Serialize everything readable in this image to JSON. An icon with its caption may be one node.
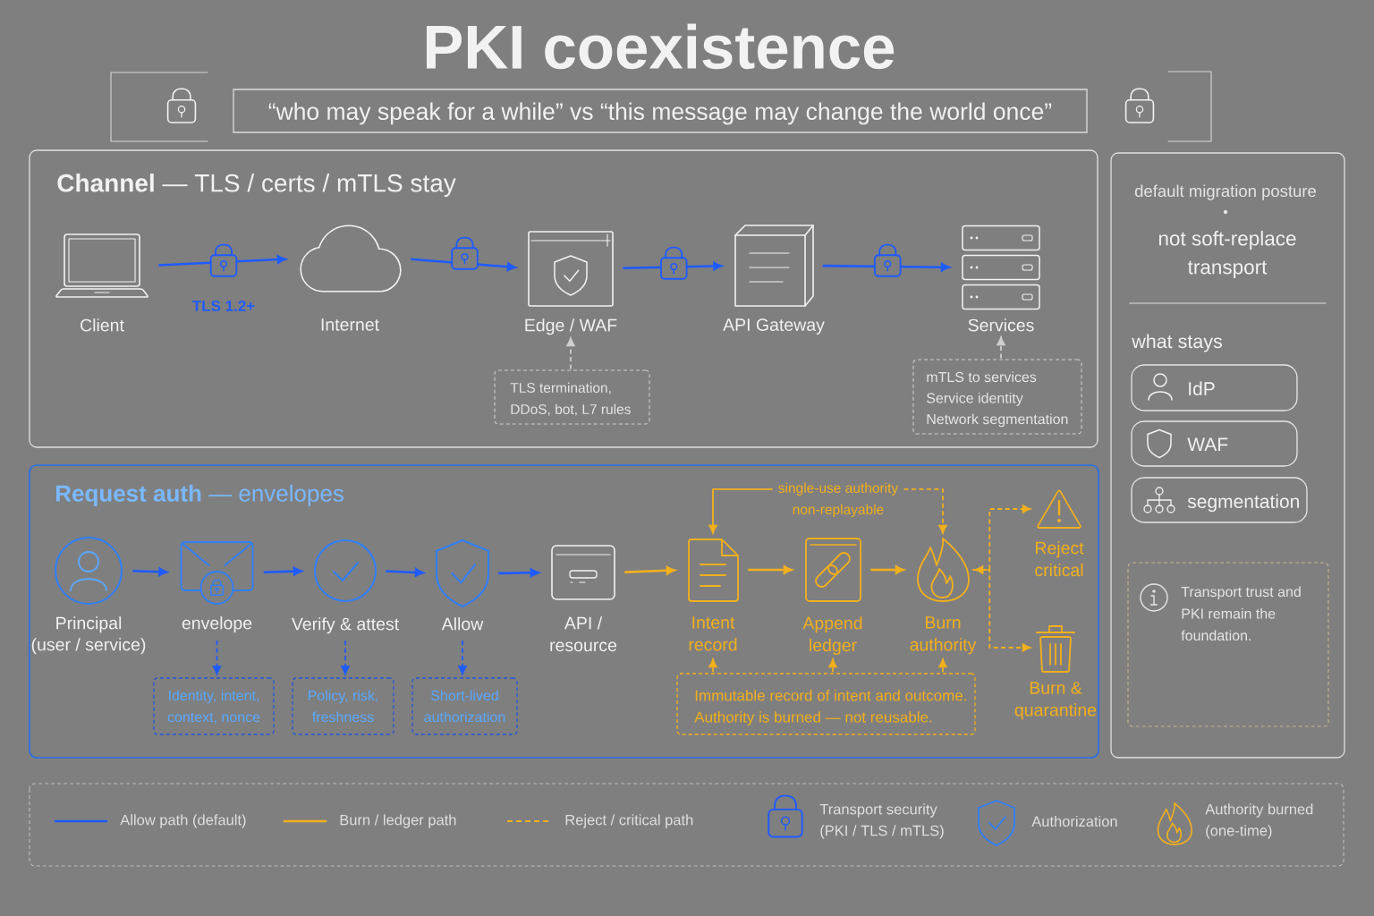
{
  "diagram": {
    "title": "PKI coexistence",
    "nodes": [
      {
        "text": [
          "“who may speak for a while” vs “this message may change the world once”"
        ]
      },
      {
        "text": [
          "**Channel** — TLS / certs / mTLS stay"
        ]
      },
      {
        "text": [
          "Client"
        ],
        "in": 1
      },
      {
        "text": [
          "Internet"
        ],
        "in": 1
      },
      {
        "text": [
          "Edge / WAF"
        ],
        "in": 1
      },
      {
        "text": [
          "API Gateway"
        ],
        "in": 1
      },
      {
        "text": [
          "Services"
        ],
        "in": 1
      },
      {
        "text": [
          "TLS termination, DDoS, bot, L7 rules"
        ],
        "in": 1
      },
      {
        "text": [
          "mTLS to services",
          "Service identity",
          "Network segmentation"
        ],
        "in": 1
      },
      {
        "text": [
          "**Request auth** — envelopes"
        ]
      },
      {
        "text": [
          "single-use authority non-replayable"
        ],
        "in": 9
      },
      {
        "text": [
          "Principal",
          "(user / service)"
        ],
        "in": 9
      },
      {
        "text": [
          "envelope"
        ],
        "in": 9
      },
      {
        "text": [
          "Verify & attest"
        ],
        "in": 9
      },
      {
        "text": [
          "Allow"
        ],
        "in": 9
      },
      {
        "text": [
          "API / resource"
        ],
        "in": 9
      },
      {
        "text": [
          "Intent record"
        ],
        "in": 9
      },
      {
        "text": [
          "Append ledger"
        ],
        "in": 9
      },
      {
        "text": [
          "Burn authority"
        ],
        "in": 9
      },
      {
        "text": [
          "Reject critical"
        ],
        "in": 9
      },
      {
        "text": [
          "Burn & quarantine"
        ],
        "in": 9
      },
      {
        "text": [
          "Identity, intent, context, nonce"
        ],
        "in": 9
      },
      {
        "text": [
          "Policy, risk, freshness"
        ],
        "in": 9
      },
      {
        "text": [
          "Short-lived authorization"
        ],
        "in": 9
      },
      {
        "text": [
          "Immutable record of intent and outcome. Authority is burned — not reusable."
        ],
        "in": 9
      },
      {
        "text": [
          "default migration posture",
          "not soft-replace transport",
          "what stays"
        ]
      },
      {
        "text": [
          "IdP"
        ],
        "in": 25
      },
      {
        "text": [
          "WAF"
        ],
        "in": 25
      },
      {
        "text": [
          "segmentation"
        ],
        "in": 25
      },
      {
        "text": [
          "Transport trust and PKI remain the foundation."
        ],
        "in": 25
      }
    ],
    "edges": [
      {
        "from": 2,
        "to": 3,
        "arrow": "to",
        "label": "TLS 1.2+"
      },
      {
        "from": 3,
        "to": 4,
        "arrow": "to"
      },
      {
        "from": 4,
        "to": 5,
        "arrow": "to"
      },
      {
        "from": 5,
        "to": 6,
        "arrow": "to"
      },
      {
        "from": 7,
        "to": 4,
        "arrow": "to",
        "style": "dashed",
        "color": "#cfcfcf"
      },
      {
        "from": 8,
        "to": 6,
        "arrow": "to",
        "style": "dashed",
        "color": "#cfcfcf"
      },
      {
        "from": 11,
        "to": 12,
        "arrow": "to"
      },
      {
        "from": 12,
        "to": 13,
        "arrow": "to"
      },
      {
        "from": 13,
        "to": 14,
        "arrow": "to"
      },
      {
        "from": 14,
        "to": 15,
        "arrow": "to"
      },
      {
        "from": 15,
        "to": 16,
        "arrow": "to",
        "color": "#f2b01e"
      },
      {
        "from": 16,
        "to": 17,
        "arrow": "to",
        "color": "#f2b01e"
      },
      {
        "from": 17,
        "to": 18,
        "arrow": "to",
        "color": "#f2b01e"
      },
      {
        "from": 18,
        "to": 19,
        "arrow": "both",
        "style": "dashed",
        "color": "#f2b01e"
      },
      {
        "from": 18,
        "to": 20,
        "arrow": "to",
        "style": "dashed",
        "color": "#f2b01e"
      },
      {
        "from": 10,
        "to": 16,
        "arrow": "to",
        "color": "#f2b01e"
      },
      {
        "from": 10,
        "to": 18,
        "arrow": "to",
        "style": "dashed",
        "color": "#f2b01e"
      },
      {
        "from": 12,
        "to": 21,
        "arrow": "to",
        "style": "dashed"
      },
      {
        "from": 13,
        "to": 22,
        "arrow": "to",
        "style": "dashed"
      },
      {
        "from": 14,
        "to": 23,
        "arrow": "to",
        "style": "dashed"
      },
      {
        "from": 24,
        "to": 16,
        "arrow": "to",
        "style": "dashed",
        "color": "#f2b01e"
      },
      {
        "from": 24,
        "to": 17,
        "arrow": "to",
        "style": "dashed",
        "color": "#f2b01e"
      },
      {
        "from": 24,
        "to": 18,
        "arrow": "to",
        "style": "dashed",
        "color": "#f2b01e"
      }
    ],
    "legend": [
      {
        "text": "Allow path (default)"
      },
      {
        "text": "Burn / ledger path"
      },
      {
        "text": "Reject / critical path"
      },
      {
        "text": "Transport security (PKI / TLS / mTLS)"
      },
      {
        "text": "Authorization"
      },
      {
        "text": "Authority burned (one-time)"
      }
    ]
  }
}
